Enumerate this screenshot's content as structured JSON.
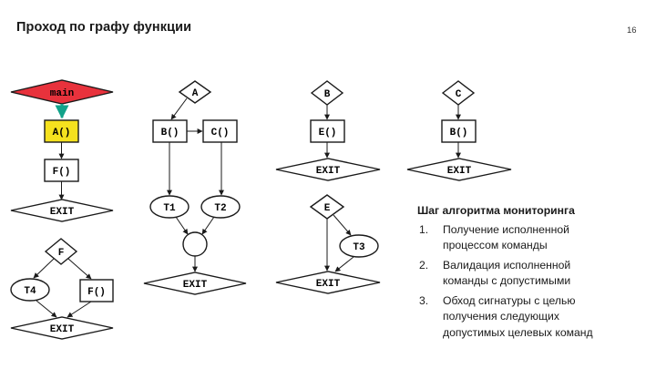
{
  "slide": {
    "title": "Проход по графу функции",
    "page_number": "16"
  },
  "graphs": {
    "main_graph": {
      "entry": "main",
      "call_a": "A()",
      "call_f": "F()",
      "exit": "EXIT"
    },
    "f_graph": {
      "entry": "F",
      "node_t4": "T4",
      "call_f": "F()",
      "exit": "EXIT"
    },
    "a_graph": {
      "entry": "A",
      "call_b": "B()",
      "call_c": "C()",
      "node_t1": "T1",
      "node_t2": "T2",
      "exit": "EXIT"
    },
    "b_graph": {
      "entry": "B",
      "call_e": "E()",
      "exit": "EXIT"
    },
    "e_graph": {
      "entry": "E",
      "node_t3": "T3",
      "exit": "EXIT"
    },
    "c_graph": {
      "entry": "C",
      "call_b": "B()",
      "exit": "EXIT"
    }
  },
  "colors": {
    "main_fill": "#e8323c",
    "current_call_fill": "#f5e11e",
    "active_arrow": "#12a28a"
  },
  "steps": {
    "title": "Шаг алгоритма мониторинга",
    "items": [
      {
        "num": "1.",
        "line1": "Получение исполненной",
        "line2": "процессом команды"
      },
      {
        "num": "2.",
        "line1": "Валидация исполненной",
        "line2": "команды с допустимыми"
      },
      {
        "num": "3.",
        "line1": "Обход сигнатуры с целью",
        "line2": "получения следующих",
        "line3": "допустимых целевых команд"
      }
    ]
  }
}
